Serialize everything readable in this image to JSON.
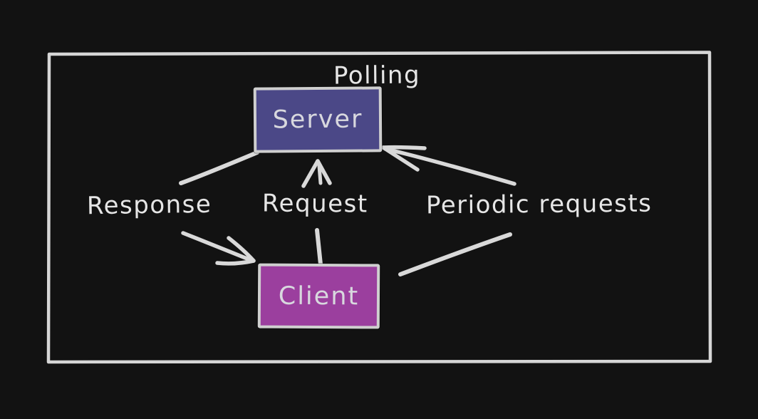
{
  "diagram": {
    "title": "Polling",
    "nodes": [
      {
        "id": "server",
        "label": "Server",
        "fill": "#4b4887",
        "border": "#cfcfcf"
      },
      {
        "id": "client",
        "label": "Client",
        "fill": "#9b3f9e",
        "border": "#cfcfcf"
      }
    ],
    "edges": [
      {
        "label": "Response",
        "from": "server",
        "to": "client",
        "arrowhead": "at-client"
      },
      {
        "label": "Request",
        "from": "client",
        "to": "server",
        "arrowhead": "at-server"
      },
      {
        "label": "Periodic requests",
        "from": "client",
        "to": "server",
        "arrowhead": "at-server"
      }
    ],
    "colors": {
      "background": "#121212",
      "frame": "#d6d6d6",
      "stroke": "#d9d9d9",
      "text": "#e6e6e6",
      "server_fill": "#4b4887",
      "client_fill": "#9b3f9e"
    }
  }
}
